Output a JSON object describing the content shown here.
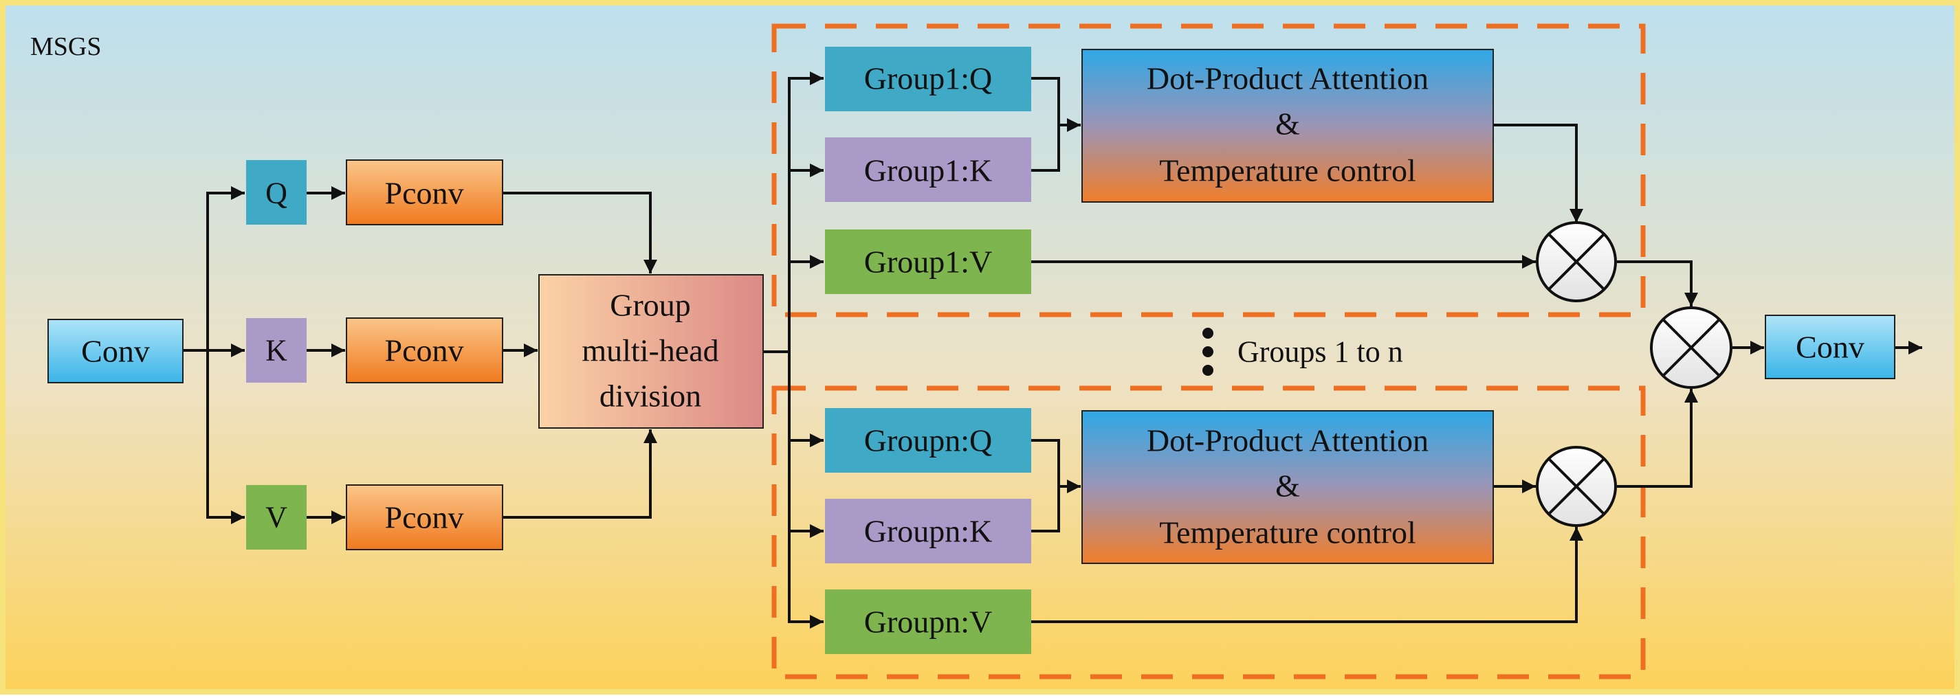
{
  "title": "MSGS",
  "nodes": {
    "conv_in": "Conv",
    "q": "Q",
    "k": "K",
    "v": "V",
    "pconv_q": "Pconv",
    "pconv_k": "Pconv",
    "pconv_v": "Pconv",
    "group_division": [
      "Group",
      "multi-head",
      "division"
    ],
    "group1_q": "Group1:Q",
    "group1_k": "Group1:K",
    "group1_v": "Group1:V",
    "attention1": [
      "Dot-Product Attention",
      "&",
      "Temperature control"
    ],
    "groupn_q": "Groupn:Q",
    "groupn_k": "Groupn:K",
    "groupn_v": "Groupn:V",
    "attention_n": [
      "Dot-Product Attention",
      "&",
      "Temperature control"
    ],
    "groups_range": "Groups 1 to n",
    "conv_out": "Conv"
  },
  "colors": {
    "panel_border": "#f6e27a",
    "panel_top": "#bde0ee",
    "panel_bottom": "#fdd25a",
    "blue_box_top": "#aee4f8",
    "blue_box_bottom": "#3ab4e8",
    "teal_box": "#3fa9c6",
    "purple_box": "#a99ac8",
    "green_box": "#7eb54e",
    "orange_box_top": "#fbc68a",
    "orange_box_bottom": "#ef7a1f",
    "division_left": "#fbd2a6",
    "division_right": "#dc8a86",
    "attention_top": "#2ea8e6",
    "attention_bottom": "#f07e2a",
    "dashed_border": "#ee6f22",
    "line": "#111111"
  }
}
